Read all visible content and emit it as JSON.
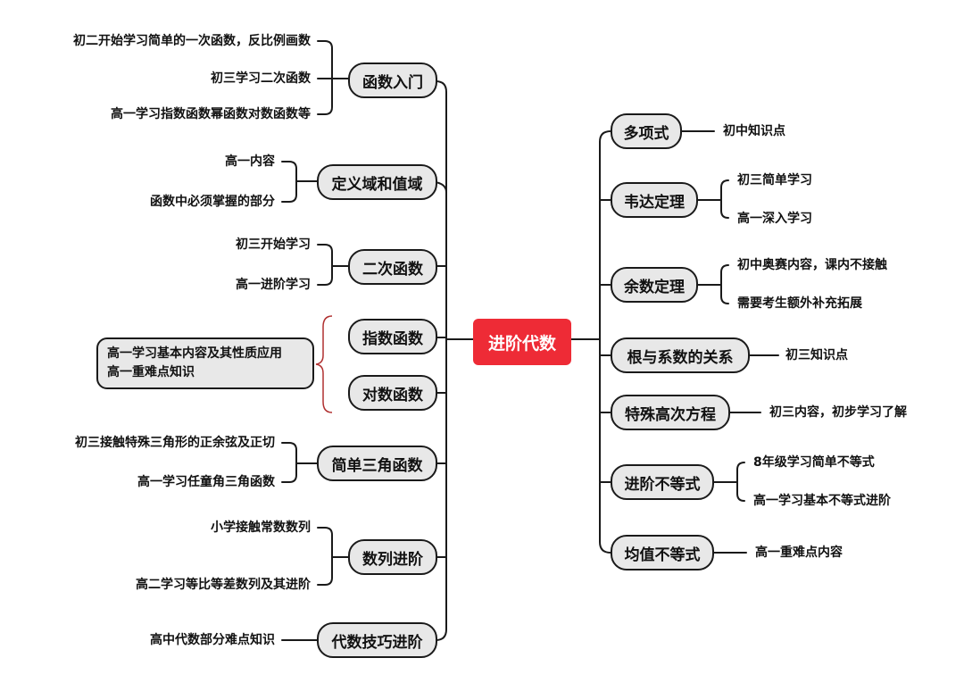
{
  "center": "进阶代数",
  "left": [
    {
      "label": "函数入门",
      "children": [
        "初二开始学习简单的一次函数，反比例画数",
        "初三学习二次函数",
        "高一学习指数函数幂函数对数函数等"
      ]
    },
    {
      "label": "定义域和值域",
      "children": [
        "高一内容",
        "函数中必须掌握的部分"
      ]
    },
    {
      "label": "二次函数",
      "children": [
        "初三开始学习",
        "高一进阶学习"
      ]
    },
    {
      "label": "指数函数",
      "children": []
    },
    {
      "label": "对数函数",
      "children": []
    },
    {
      "label": "简单三角函数",
      "children": [
        "初三接触特殊三角形的正余弦及正切",
        "高一学习任童角三角函数"
      ]
    },
    {
      "label": "数列进阶",
      "children": [
        "小学接触常数数列",
        "高二学习等比等差数列及其进阶"
      ]
    },
    {
      "label": "代数技巧进阶",
      "children": [
        "高中代数部分难点知识"
      ]
    }
  ],
  "shared_note": [
    "高一学习基本内容及其性质应用",
    "高一重难点知识"
  ],
  "right": [
    {
      "label": "多项式",
      "children": [
        "初中知识点"
      ]
    },
    {
      "label": "韦达定理",
      "children": [
        "初三简单学习",
        "高一深入学习"
      ]
    },
    {
      "label": "余数定理",
      "children": [
        "初中奥赛内容，课内不接触",
        "需要考生额外补充拓展"
      ]
    },
    {
      "label": "根与系数的关系",
      "children": [
        "初三知识点"
      ]
    },
    {
      "label": "特殊高次方程",
      "children": [
        "初三内容，初步学习了解"
      ]
    },
    {
      "label": "进阶不等式",
      "children": [
        "8年级学习简单不等式",
        "高一学习基本不等式进阶"
      ]
    },
    {
      "label": "均值不等式",
      "children": [
        "高一重难点内容"
      ]
    }
  ],
  "colors": {
    "center_fill": "#ee2b36",
    "node_fill": "#e8e8e8",
    "line": "#1a1a1a",
    "brace": "#b03030"
  }
}
